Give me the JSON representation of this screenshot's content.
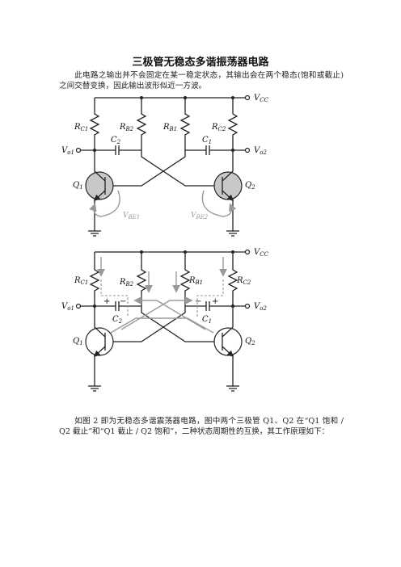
{
  "title": "三极管无稳态多谐振荡器电路",
  "intro": "此电路之输出并不会固定在某一稳定状态，其输出会在两个稳态(饱和或截止)之间交替变换，因此输出波形似近一方波。",
  "footer": "如图 2 即为无稳态多谐震荡器电路，图中两个三极管 Q1、Q2 在“Q1 饱和 / Q2 截止”和“Q1 截止 / Q2 饱和”，二种状态周期性的互换，其工作原理如下：",
  "circuit_labels": {
    "vcc": "V",
    "vcc_sub": "CC",
    "rc1": "R",
    "rc1_sub": "C1",
    "rb2": "R",
    "rb2_sub": "B2",
    "rb1": "R",
    "rb1_sub": "B1",
    "rc2": "R",
    "rc2_sub": "C2",
    "c2": "C",
    "c2_sub": "2",
    "c1": "C",
    "c1_sub": "1",
    "vo1": "V",
    "vo1_sub": "o1",
    "vo2": "V",
    "vo2_sub": "o2",
    "q1": "Q",
    "q1_sub": "1",
    "q2": "Q",
    "q2_sub": "2",
    "vbe1": "V",
    "vbe1_sub": "BE1",
    "vbe2": "V",
    "vbe2_sub": "BE2",
    "plus": "+",
    "minus": "−"
  }
}
